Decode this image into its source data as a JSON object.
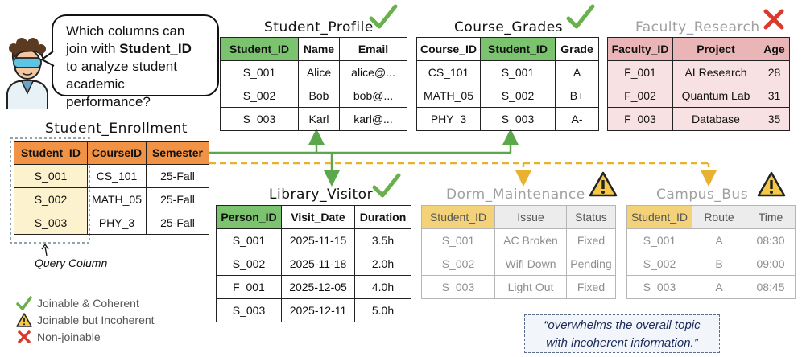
{
  "question": {
    "line1": "Which columns can",
    "line2_pre": "join with ",
    "line2_bold": "Student_ID",
    "line3": "to analyze student",
    "line4": "academic performance?"
  },
  "student_enrollment": {
    "title": "Student_Enrollment",
    "headers": [
      "Student_ID",
      "CourseID",
      "Semester"
    ],
    "rows": [
      [
        "S_001",
        "CS_101",
        "25-Fall"
      ],
      [
        "S_002",
        "MATH_05",
        "25-Fall"
      ],
      [
        "S_003",
        "PHY_3",
        "25-Fall"
      ]
    ]
  },
  "query_column_label": "Query Column",
  "student_profile": {
    "title": "Student_Profile",
    "headers": [
      "Student_ID",
      "Name",
      "Email"
    ],
    "rows": [
      [
        "S_001",
        "Alice",
        "alice@..."
      ],
      [
        "S_002",
        "Bob",
        "bob@..."
      ],
      [
        "S_003",
        "Karl",
        "karl@..."
      ]
    ]
  },
  "course_grades": {
    "title": "Course_Grades",
    "headers": [
      "Course_ID",
      "Student_ID",
      "Grade"
    ],
    "rows": [
      [
        "CS_101",
        "S_001",
        "A"
      ],
      [
        "MATH_05",
        "S_002",
        "B+"
      ],
      [
        "PHY_3",
        "S_003",
        "A-"
      ]
    ]
  },
  "faculty_research": {
    "title": "Faculty_Research",
    "headers": [
      "Faculty_ID",
      "Project",
      "Age"
    ],
    "rows": [
      [
        "F_001",
        "AI Research",
        "28"
      ],
      [
        "F_002",
        "Quantum Lab",
        "31"
      ],
      [
        "F_003",
        "Database",
        "35"
      ]
    ]
  },
  "library_visitor": {
    "title": "Library_Visitor",
    "headers": [
      "Person_ID",
      "Visit_Date",
      "Duration"
    ],
    "rows": [
      [
        "S_001",
        "2025-11-15",
        "3.5h"
      ],
      [
        "S_002",
        "2025-11-18",
        "2.0h"
      ],
      [
        "F_001",
        "2025-12-05",
        "4.0h"
      ],
      [
        "S_003",
        "2025-12-11",
        "5.0h"
      ]
    ]
  },
  "dorm_maintenance": {
    "title": "Dorm_Maintenance",
    "headers": [
      "Student_ID",
      "Issue",
      "Status"
    ],
    "rows": [
      [
        "S_001",
        "AC Broken",
        "Fixed"
      ],
      [
        "S_002",
        "Wifi Down",
        "Pending"
      ],
      [
        "S_003",
        "Light Out",
        "Fixed"
      ]
    ]
  },
  "campus_bus": {
    "title": "Campus_Bus",
    "headers": [
      "Student_ID",
      "Route",
      "Time"
    ],
    "rows": [
      [
        "S_001",
        "A",
        "08:30"
      ],
      [
        "S_002",
        "B",
        "09:00"
      ],
      [
        "S_003",
        "A",
        "08:45"
      ]
    ]
  },
  "legend": {
    "joinable_coherent": "Joinable & Coherent",
    "joinable_incoherent": "Joinable but Incoherent",
    "non_joinable": "Non-joinable"
  },
  "quote": {
    "line1": "“overwhelms the overall topic",
    "line2": "with incoherent information.”"
  },
  "colors": {
    "green": "#7cc36f",
    "orange": "#f19244",
    "pink": "#e9b5b7",
    "yellow": "#f4d27a",
    "line_green": "#5aa84a",
    "line_dash": "#e8b130",
    "cross": "#d93a2b"
  }
}
